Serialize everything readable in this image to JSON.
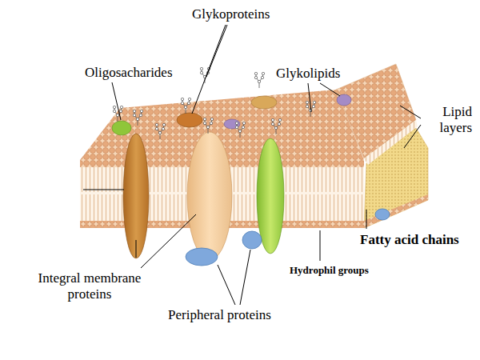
{
  "diagram": {
    "labels": [
      "Glykoproteins",
      "Oligosacharides",
      "Glykolipids",
      "Lipid layers",
      "Fatty acid chains",
      "Hydrophil groups",
      "Integral membrane proteins",
      "Peripheral proteins"
    ]
  }
}
